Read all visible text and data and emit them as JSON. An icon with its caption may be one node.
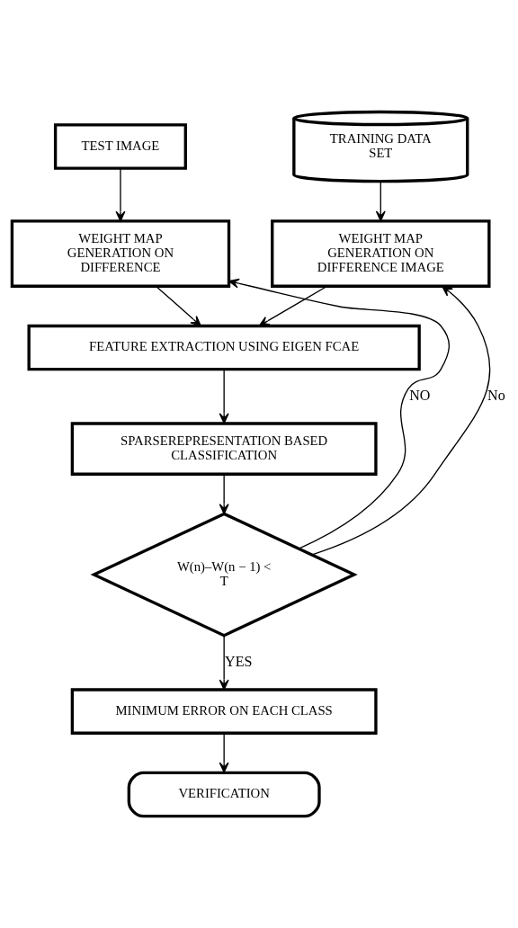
{
  "diagram": {
    "nodes": [
      {
        "text": [
          "TEST IMAGE"
        ]
      },
      {
        "text": [
          "TRAINING DATA SET"
        ]
      },
      {
        "text": [
          "WEIGHT MAP GENERATION ON DIFFERENCE"
        ]
      },
      {
        "text": [
          "WEIGHT MAP GENERATION ON DIFFERENCE IMAGE"
        ]
      },
      {
        "text": [
          "FEATURE EXTRACTION USING EIGEN FCAE"
        ]
      },
      {
        "text": [
          "SPARSEREPRESENTATION BASED CLASSIFICATION"
        ]
      },
      {
        "text": [
          "W(n)–W(n − 1) < T"
        ]
      },
      {
        "text": [
          "MINIMUM ERROR ON EACH CLASS"
        ]
      },
      {
        "text": [
          "VERIFICATION"
        ]
      }
    ],
    "edges": [
      {
        "from": 0,
        "to": 2,
        "arrow": "to"
      },
      {
        "from": 1,
        "to": 3,
        "arrow": "to"
      },
      {
        "from": 2,
        "to": 4,
        "arrow": "to"
      },
      {
        "from": 3,
        "to": 4,
        "arrow": "to"
      },
      {
        "from": 4,
        "to": 5,
        "arrow": "to"
      },
      {
        "from": 5,
        "to": 6,
        "arrow": "to"
      },
      {
        "from": 6,
        "to": 2,
        "label": "NO",
        "arrow": "to"
      },
      {
        "from": 6,
        "to": 3,
        "label": "No",
        "arrow": "to"
      },
      {
        "from": 6,
        "to": 7,
        "label": "YES",
        "arrow": "to"
      },
      {
        "from": 7,
        "to": 8,
        "arrow": "to"
      }
    ]
  }
}
